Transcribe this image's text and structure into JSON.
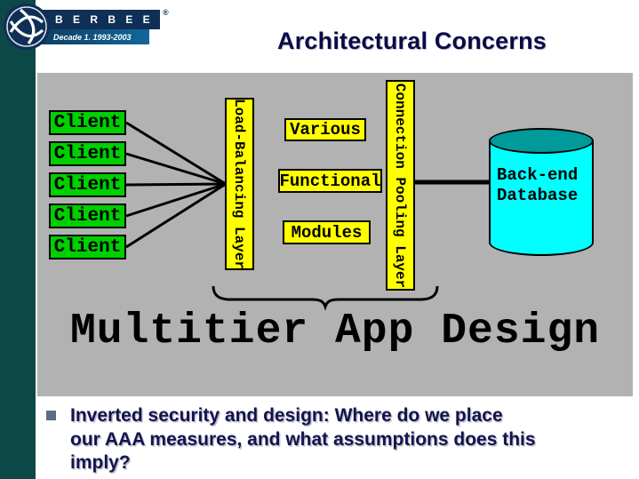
{
  "header": {
    "brand": "B E R B E E",
    "registered": "®",
    "tagline": "Decade 1. 1993-2003",
    "title": "Architectural Concerns"
  },
  "diagram": {
    "client_labels": [
      "Client",
      "Client",
      "Client",
      "Client",
      "Client"
    ],
    "load_balancing_label": "Load-Balancing Layer",
    "middle_boxes": {
      "various": "Various",
      "functional": "Functional",
      "modules": "Modules"
    },
    "connection_pooling_label": "Connection Pooling Layer",
    "database_label": "Back-end\nDatabase",
    "caption": "Multitier App Design"
  },
  "bullet": {
    "text": "Inverted security and design: Where do we place our AAA measures, and what assumptions does this imply?"
  },
  "colors": {
    "frame_teal": "#0d4848",
    "logo_navy": "#0f2f56",
    "diagram_bg": "#b2b2b2",
    "client_green": "#00cf00",
    "layer_yellow": "#ffff00",
    "database_cyan": "#00ffff",
    "database_top": "#009a9a",
    "title_navy": "#0a0a45",
    "body_navy": "#13134e"
  }
}
